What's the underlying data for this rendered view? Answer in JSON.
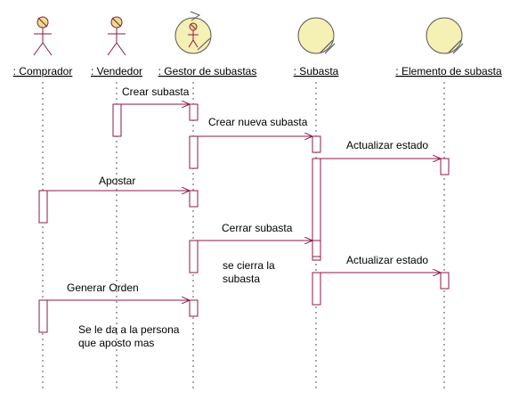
{
  "colors": {
    "line": "#8b1a4a",
    "entity_fill": "#f5f0b4",
    "actor_head": "#e8df8c",
    "lifeline": "#555555",
    "text": "#000000"
  },
  "participants": [
    {
      "id": "comprador",
      "label": ": Comprador",
      "kind": "actor"
    },
    {
      "id": "vendedor",
      "label": ": Vendedor",
      "kind": "actor"
    },
    {
      "id": "gestor",
      "label": ":  Gestor de subastas",
      "kind": "control"
    },
    {
      "id": "subasta",
      "label": ": Subasta",
      "kind": "entity"
    },
    {
      "id": "elemento",
      "label": ": Elemento de subasta",
      "kind": "entity"
    }
  ],
  "messages": [
    {
      "label": "Crear subasta",
      "from": "vendedor",
      "to": "gestor"
    },
    {
      "label": "Crear nueva subasta",
      "from": "gestor",
      "to": "subasta"
    },
    {
      "label": "Actualizar estado",
      "from": "subasta",
      "to": "elemento"
    },
    {
      "label": "Apostar",
      "from": "comprador",
      "to": "gestor"
    },
    {
      "label": "Cerrar subasta",
      "from": "gestor",
      "to": "subasta"
    },
    {
      "label": "Actualizar estado",
      "from": "subasta",
      "to": "elemento"
    },
    {
      "label": "Generar Orden",
      "from": "comprador",
      "to": "gestor"
    }
  ],
  "notes": [
    {
      "lines": [
        "se cierra la",
        "subasta"
      ]
    },
    {
      "lines": [
        "Se le da a la persona",
        "que aposto mas"
      ]
    }
  ]
}
